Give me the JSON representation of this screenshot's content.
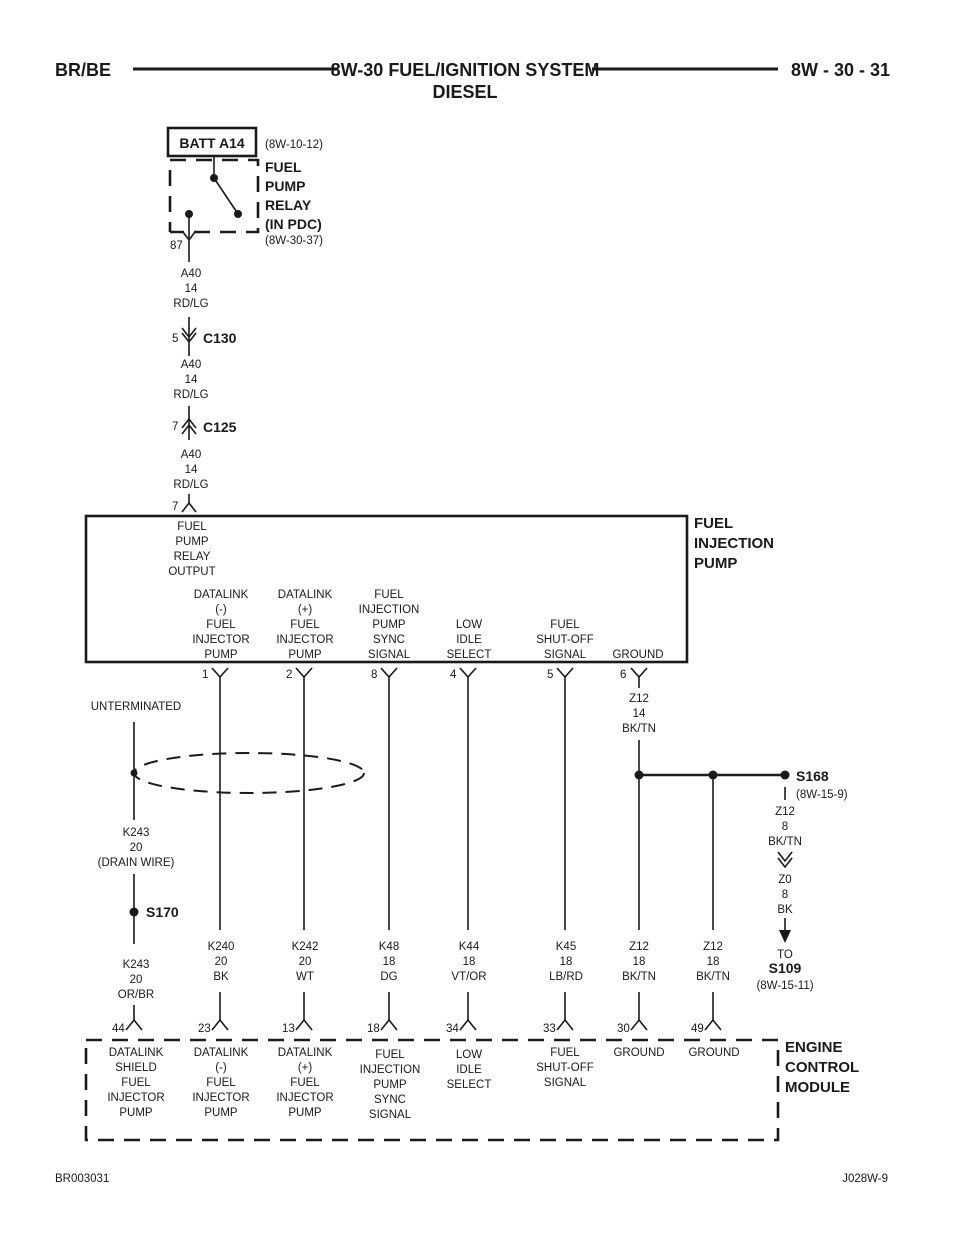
{
  "header": {
    "left": "BR/BE",
    "title_line1": "8W-30 FUEL/IGNITION SYSTEM",
    "title_line2": "DIESEL",
    "right": "8W - 30 - 31"
  },
  "footer": {
    "left": "BR003031",
    "right": "J028W-9"
  },
  "batt": {
    "label": "BATT A14",
    "ref": "(8W-10-12)"
  },
  "relay": {
    "name_lines": [
      "FUEL",
      "PUMP",
      "RELAY",
      "(IN PDC)"
    ],
    "ref": "(8W-30-37)",
    "pin": "87"
  },
  "feed_wires": [
    {
      "lines": [
        "A40",
        "14",
        "RD/LG"
      ]
    },
    {
      "lines": [
        "A40",
        "14",
        "RD/LG"
      ]
    },
    {
      "lines": [
        "A40",
        "14",
        "RD/LG"
      ]
    }
  ],
  "connectors": [
    {
      "name": "C130",
      "pin": "5"
    },
    {
      "name": "C125",
      "pin": "7"
    }
  ],
  "pump": {
    "name_lines": [
      "FUEL",
      "INJECTION",
      "PUMP"
    ],
    "output_pin": "7",
    "output_label_lines": [
      "FUEL",
      "PUMP",
      "RELAY",
      "OUTPUT"
    ],
    "circuits": [
      {
        "pin": "1",
        "label_lines": [
          "DATALINK",
          "(-)",
          "FUEL",
          "INJECTOR",
          "PUMP"
        ]
      },
      {
        "pin": "2",
        "label_lines": [
          "DATALINK",
          "(+)",
          "FUEL",
          "INJECTOR",
          "PUMP"
        ]
      },
      {
        "pin": "8",
        "label_lines": [
          "FUEL",
          "INJECTION",
          "PUMP",
          "SYNC",
          "SIGNAL"
        ]
      },
      {
        "pin": "4",
        "label_lines": [
          "LOW",
          "IDLE",
          "SELECT"
        ]
      },
      {
        "pin": "5",
        "label_lines": [
          "FUEL",
          "SHUT-OFF",
          "SIGNAL"
        ]
      },
      {
        "pin": "6",
        "label_lines": [
          "GROUND"
        ]
      }
    ]
  },
  "unterminated": "UNTERMINATED",
  "drain_wire_lines": [
    "K243",
    "20",
    "(DRAIN WIRE)"
  ],
  "splice_s170": "S170",
  "k243_lower_lines": [
    "K243",
    "20",
    "OR/BR"
  ],
  "z12_upper_lines": [
    "Z12",
    "14",
    "BK/TN"
  ],
  "splice_s168": {
    "name": "S168",
    "ref": "(8W-15-9)"
  },
  "ground_branch": {
    "z12_lines": [
      "Z12",
      "8",
      "BK/TN"
    ],
    "z0_lines": [
      "Z0",
      "8",
      "BK"
    ],
    "to": "TO",
    "s109": "S109",
    "ref": "(8W-15-11)"
  },
  "ecm_wires": [
    {
      "lines": [
        "K240",
        "20",
        "BK"
      ]
    },
    {
      "lines": [
        "K242",
        "20",
        "WT"
      ]
    },
    {
      "lines": [
        "K48",
        "18",
        "DG"
      ]
    },
    {
      "lines": [
        "K44",
        "18",
        "VT/OR"
      ]
    },
    {
      "lines": [
        "K45",
        "18",
        "LB/RD"
      ]
    },
    {
      "lines": [
        "Z12",
        "18",
        "BK/TN"
      ]
    },
    {
      "lines": [
        "Z12",
        "18",
        "BK/TN"
      ]
    }
  ],
  "ecm": {
    "name_lines": [
      "ENGINE",
      "CONTROL",
      "MODULE"
    ],
    "pins": [
      {
        "pin": "44",
        "label_lines": [
          "DATALINK",
          "SHIELD",
          "FUEL",
          "INJECTOR",
          "PUMP"
        ]
      },
      {
        "pin": "23",
        "label_lines": [
          "DATALINK",
          "(-)",
          "FUEL",
          "INJECTOR",
          "PUMP"
        ]
      },
      {
        "pin": "13",
        "label_lines": [
          "DATALINK",
          "(+)",
          "FUEL",
          "INJECTOR",
          "PUMP"
        ]
      },
      {
        "pin": "18",
        "label_lines": [
          "FUEL",
          "INJECTION",
          "PUMP",
          "SYNC",
          "SIGNAL"
        ]
      },
      {
        "pin": "34",
        "label_lines": [
          "LOW",
          "IDLE",
          "SELECT"
        ]
      },
      {
        "pin": "33",
        "label_lines": [
          "FUEL",
          "SHUT-OFF",
          "SIGNAL"
        ]
      },
      {
        "pin": "30",
        "label_lines": [
          "GROUND"
        ]
      },
      {
        "pin": "49",
        "label_lines": [
          "GROUND"
        ]
      }
    ]
  }
}
